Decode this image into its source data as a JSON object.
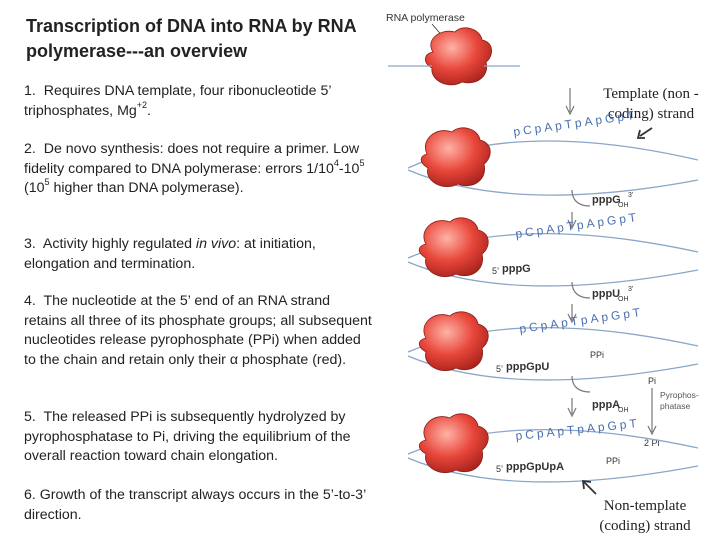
{
  "title": "Transcription of DNA into RNA by RNA polymerase---an overview",
  "points": [
    {
      "text": "1.  Requires DNA template, four ribonucleotide 5’ triphosphates, Mg+2."
    },
    {
      "text": "2.  De novo synthesis: does not require a primer.  Low fidelity compared to DNA polymerase: errors 1/104-105 (105 higher than DNA polymerase)."
    },
    {
      "text": "3.  Activity highly regulated in vivo: at initiation, elongation and termination."
    },
    {
      "text": "4.  The nucleotide at the 5’ end of an RNA strand retains all three of its phosphate groups; all subsequent nucleotides release pyrophosphate (PPi) when added to the chain and retain only their α phosphate (red)."
    },
    {
      "text": "5.  The released PPi is subsequently hydrolyzed by pyrophosphatase to Pi, driving the equilibrium of the overall reaction toward chain elongation."
    },
    {
      "text": "6. Growth of the transcript always occurs in the 5’-to-3’ direction."
    }
  ],
  "figure": {
    "enzyme_label": "RNA polymerase",
    "template_label": "Template (non -coding) strand",
    "nontemplate_label": "Non-template (coding) strand",
    "nucleotides": [
      "pppG",
      "pppU",
      "pppA"
    ],
    "subscript_oh": "OH",
    "three_prime": "3’",
    "five_prime": "5’",
    "template_seq": "pCpApTpApGpT",
    "ppi": "PPi",
    "pi_label": "Pi",
    "two_pi": "2 Pi",
    "pyrophosphatase": "Pyrophos- phatase",
    "rna_steps": [
      "pppG",
      "pppGpU",
      "pppGpUpA"
    ],
    "colors": {
      "polymerase": "#e8463a",
      "strand": "#8aa6c8",
      "alpha_phosphate": "#d0312d"
    }
  }
}
